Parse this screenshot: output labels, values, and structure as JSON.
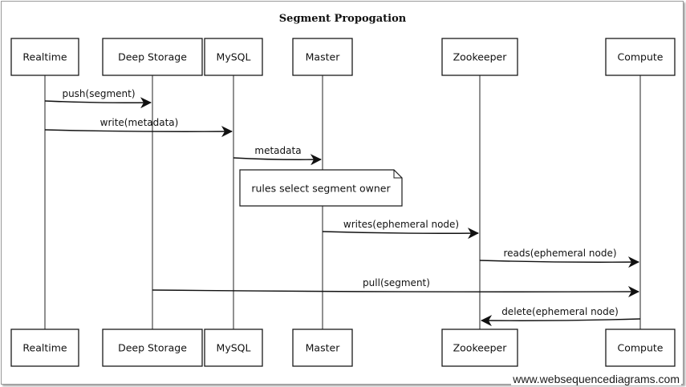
{
  "title": "Segment Propogation",
  "participants": [
    {
      "id": "realtime",
      "label": "Realtime"
    },
    {
      "id": "deep-storage",
      "label": "Deep Storage"
    },
    {
      "id": "mysql",
      "label": "MySQL"
    },
    {
      "id": "master",
      "label": "Master"
    },
    {
      "id": "zookeeper",
      "label": "Zookeeper"
    },
    {
      "id": "compute",
      "label": "Compute"
    }
  ],
  "messages": [
    {
      "from": "realtime",
      "to": "deep-storage",
      "label": "push(segment)"
    },
    {
      "from": "realtime",
      "to": "mysql",
      "label": "write(metadata)"
    },
    {
      "from": "mysql",
      "to": "master",
      "label": "metadata"
    },
    {
      "from": "master",
      "to": "zookeeper",
      "label": "writes(ephemeral node)"
    },
    {
      "from": "zookeeper",
      "to": "compute",
      "label": "reads(ephemeral node)"
    },
    {
      "from": "deep-storage",
      "to": "compute",
      "label": "pull(segment)"
    },
    {
      "from": "compute",
      "to": "zookeeper",
      "label": "delete(ephemeral node)"
    }
  ],
  "notes": [
    {
      "over": "mysql-master",
      "label": "rules select segment owner"
    }
  ],
  "watermark": "www.websequencediagrams.com"
}
